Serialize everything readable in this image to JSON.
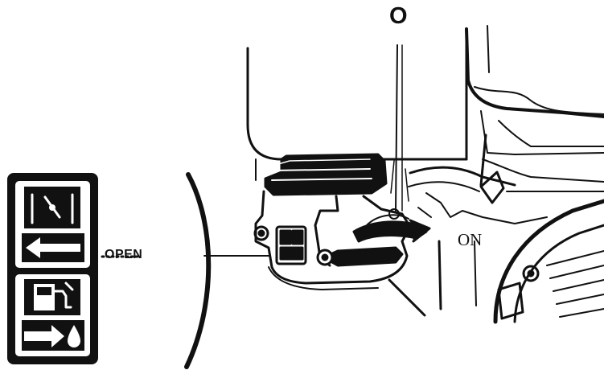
{
  "labels": {
    "closed_mark": "O",
    "open": "OPEN",
    "on": "ON"
  },
  "icons": {
    "choke_open_placard": [
      "choke-lever-icon",
      "arrow-left-icon"
    ],
    "fuel_on_placard": [
      "fuel-pump-icon",
      "arrow-right-fuel-drop-icon"
    ]
  },
  "colors": {
    "ink": "#111111",
    "paper": "#ffffff"
  }
}
